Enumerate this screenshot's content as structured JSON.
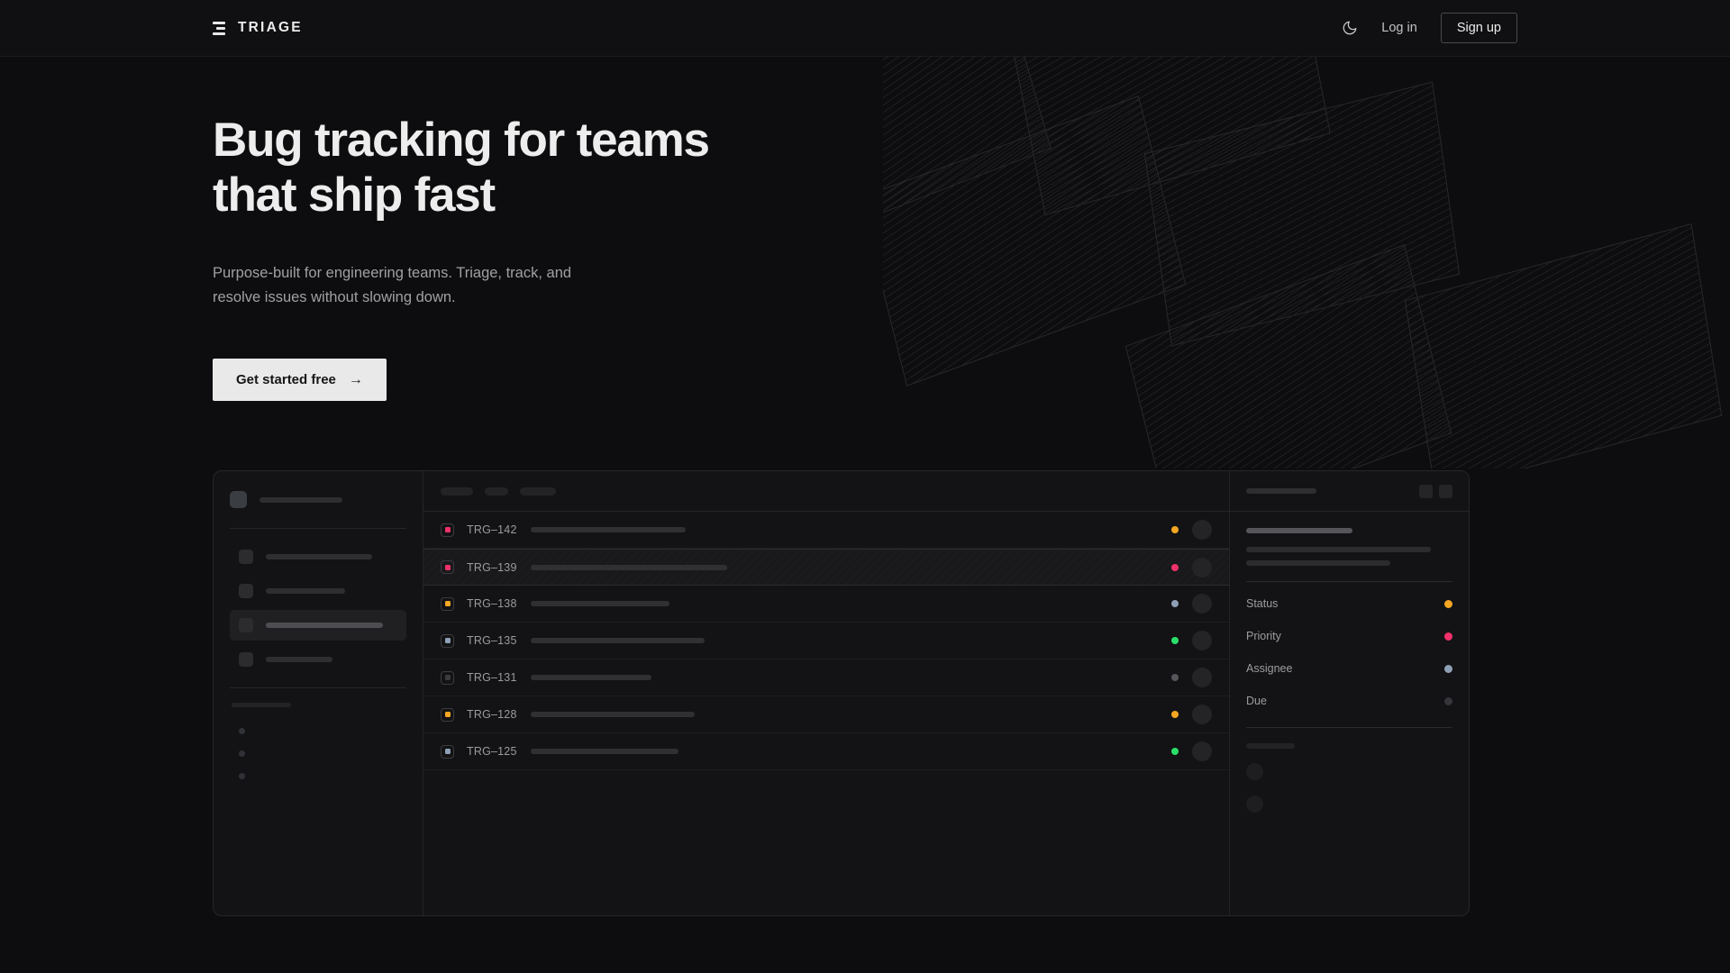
{
  "nav": {
    "brand": "TRIAGE",
    "brand_icon": "three-bar-logo-icon",
    "theme_toggle_icon": "moon-icon",
    "login_label": "Log in",
    "signup_label": "Sign up"
  },
  "hero": {
    "title": "Bug tracking for teams\nthat ship fast",
    "subtitle": "Purpose-built for engineering teams. Triage, track, and\nresolve issues without slowing down.",
    "cta_label": "Get started free",
    "cta_arrow": "→"
  },
  "mockup": {
    "sidebar": {
      "nav_items": [
        {
          "width": 118,
          "active": false
        },
        {
          "width": 88,
          "active": false
        },
        {
          "width": 130,
          "active": true
        },
        {
          "width": 74,
          "active": false
        }
      ],
      "dot_items": 3
    },
    "toolbar": {
      "chips": [
        36,
        26,
        40
      ]
    },
    "rows": [
      {
        "id": "TRG–142",
        "priority_color": "#f0316a",
        "status_color": "#f5a623",
        "title_width": 172,
        "selected": false
      },
      {
        "id": "TRG–139",
        "priority_color": "#f0316a",
        "status_color": "#f0316a",
        "title_width": 218,
        "selected": true
      },
      {
        "id": "TRG–138",
        "priority_color": "#f5a623",
        "status_color": "#8fa0b6",
        "title_width": 154,
        "selected": false
      },
      {
        "id": "TRG–135",
        "priority_color": "#8fa0b6",
        "status_color": "#2ae06a",
        "title_width": 193,
        "selected": false
      },
      {
        "id": "TRG–131",
        "priority_color": "#3b3b3e",
        "status_color": "#55555a",
        "title_width": 134,
        "selected": false
      },
      {
        "id": "TRG–128",
        "priority_color": "#f5a623",
        "status_color": "#f5a623",
        "title_width": 182,
        "selected": false
      },
      {
        "id": "TRG–125",
        "priority_color": "#8fa0b6",
        "status_color": "#2ae06a",
        "title_width": 164,
        "selected": false
      }
    ],
    "detail": {
      "header_bar_width": 78,
      "header_icons": [
        "square-icon",
        "square-icon"
      ],
      "title_bar_width": 118,
      "body_bars": [
        205,
        160
      ],
      "properties": [
        {
          "label": "Status",
          "color": "#f5a623"
        },
        {
          "label": "Priority",
          "color": "#f0316a"
        },
        {
          "label": "Assignee",
          "color": "#8fa0b6"
        },
        {
          "label": "Due",
          "color": "#35353a"
        }
      ],
      "comments_label_width": 54,
      "comment_avatars": 2
    }
  },
  "colors": {
    "background": "#0d0d0f",
    "panel": "#131315",
    "accent_orange": "#f5a623",
    "accent_pink": "#f0316a",
    "accent_blue": "#8fa0b6",
    "accent_green": "#2ae06a",
    "cta_background": "#e9e9e9"
  }
}
